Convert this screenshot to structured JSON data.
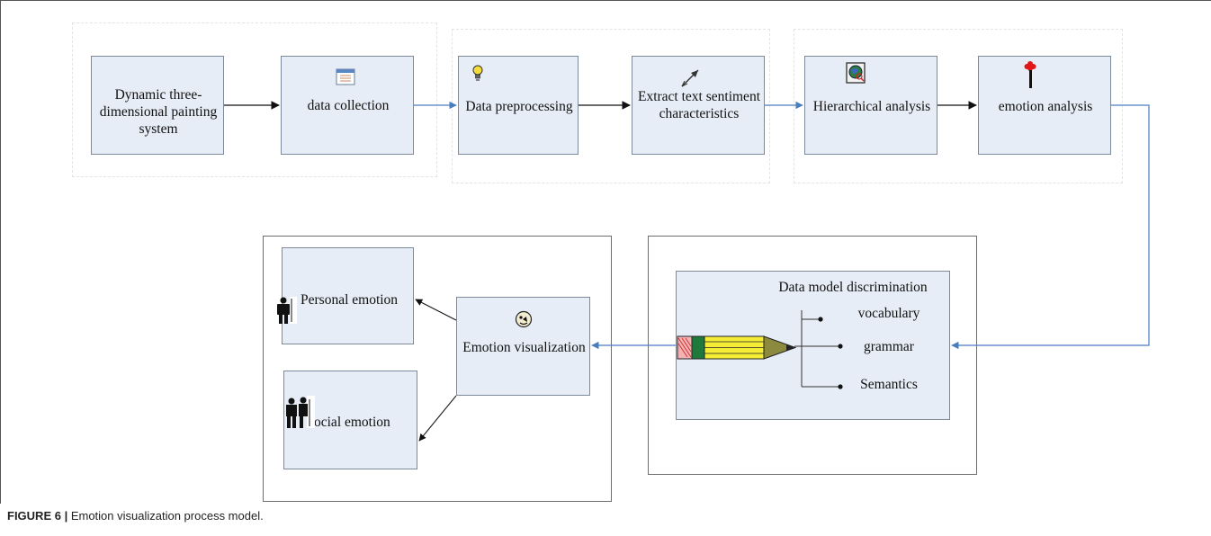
{
  "caption": {
    "label": "FIGURE 6 |",
    "text": "Emotion visualization process model."
  },
  "nodes": {
    "dynamic_system": "Dynamic three-dimensional painting system",
    "data_collection": "data collection",
    "data_preprocessing": "Data preprocessing",
    "extract_sentiment": "Extract text sentiment characteristics",
    "hierarchical_analysis": "Hierarchical analysis",
    "emotion_analysis": "emotion analysis",
    "data_model_discrimination": "Data model discrimination",
    "vocabulary": "vocabulary",
    "grammar": "grammar",
    "semantics": "Semantics",
    "emotion_visualization": "Emotion visualization",
    "personal_emotion": "Personal emotion",
    "social_emotion": "ocial emotion"
  },
  "icons": {
    "data_collection": "calendar-icon",
    "data_preprocessing": "lightbulb-icon",
    "extract_sentiment": "arrow-dart-icon",
    "hierarchical_analysis": "globe-magnifier-icon",
    "emotion_analysis": "flower-icon",
    "data_model_discrimination": "pencil-icon",
    "emotion_visualization": "smiley-icon",
    "personal_emotion": "person-icon",
    "social_emotion": "people-icon"
  },
  "colors": {
    "box_fill": "#e6edf6",
    "box_border": "#7d8a99",
    "blue_connector": "#4a7cc0",
    "black_connector": "#111111"
  }
}
